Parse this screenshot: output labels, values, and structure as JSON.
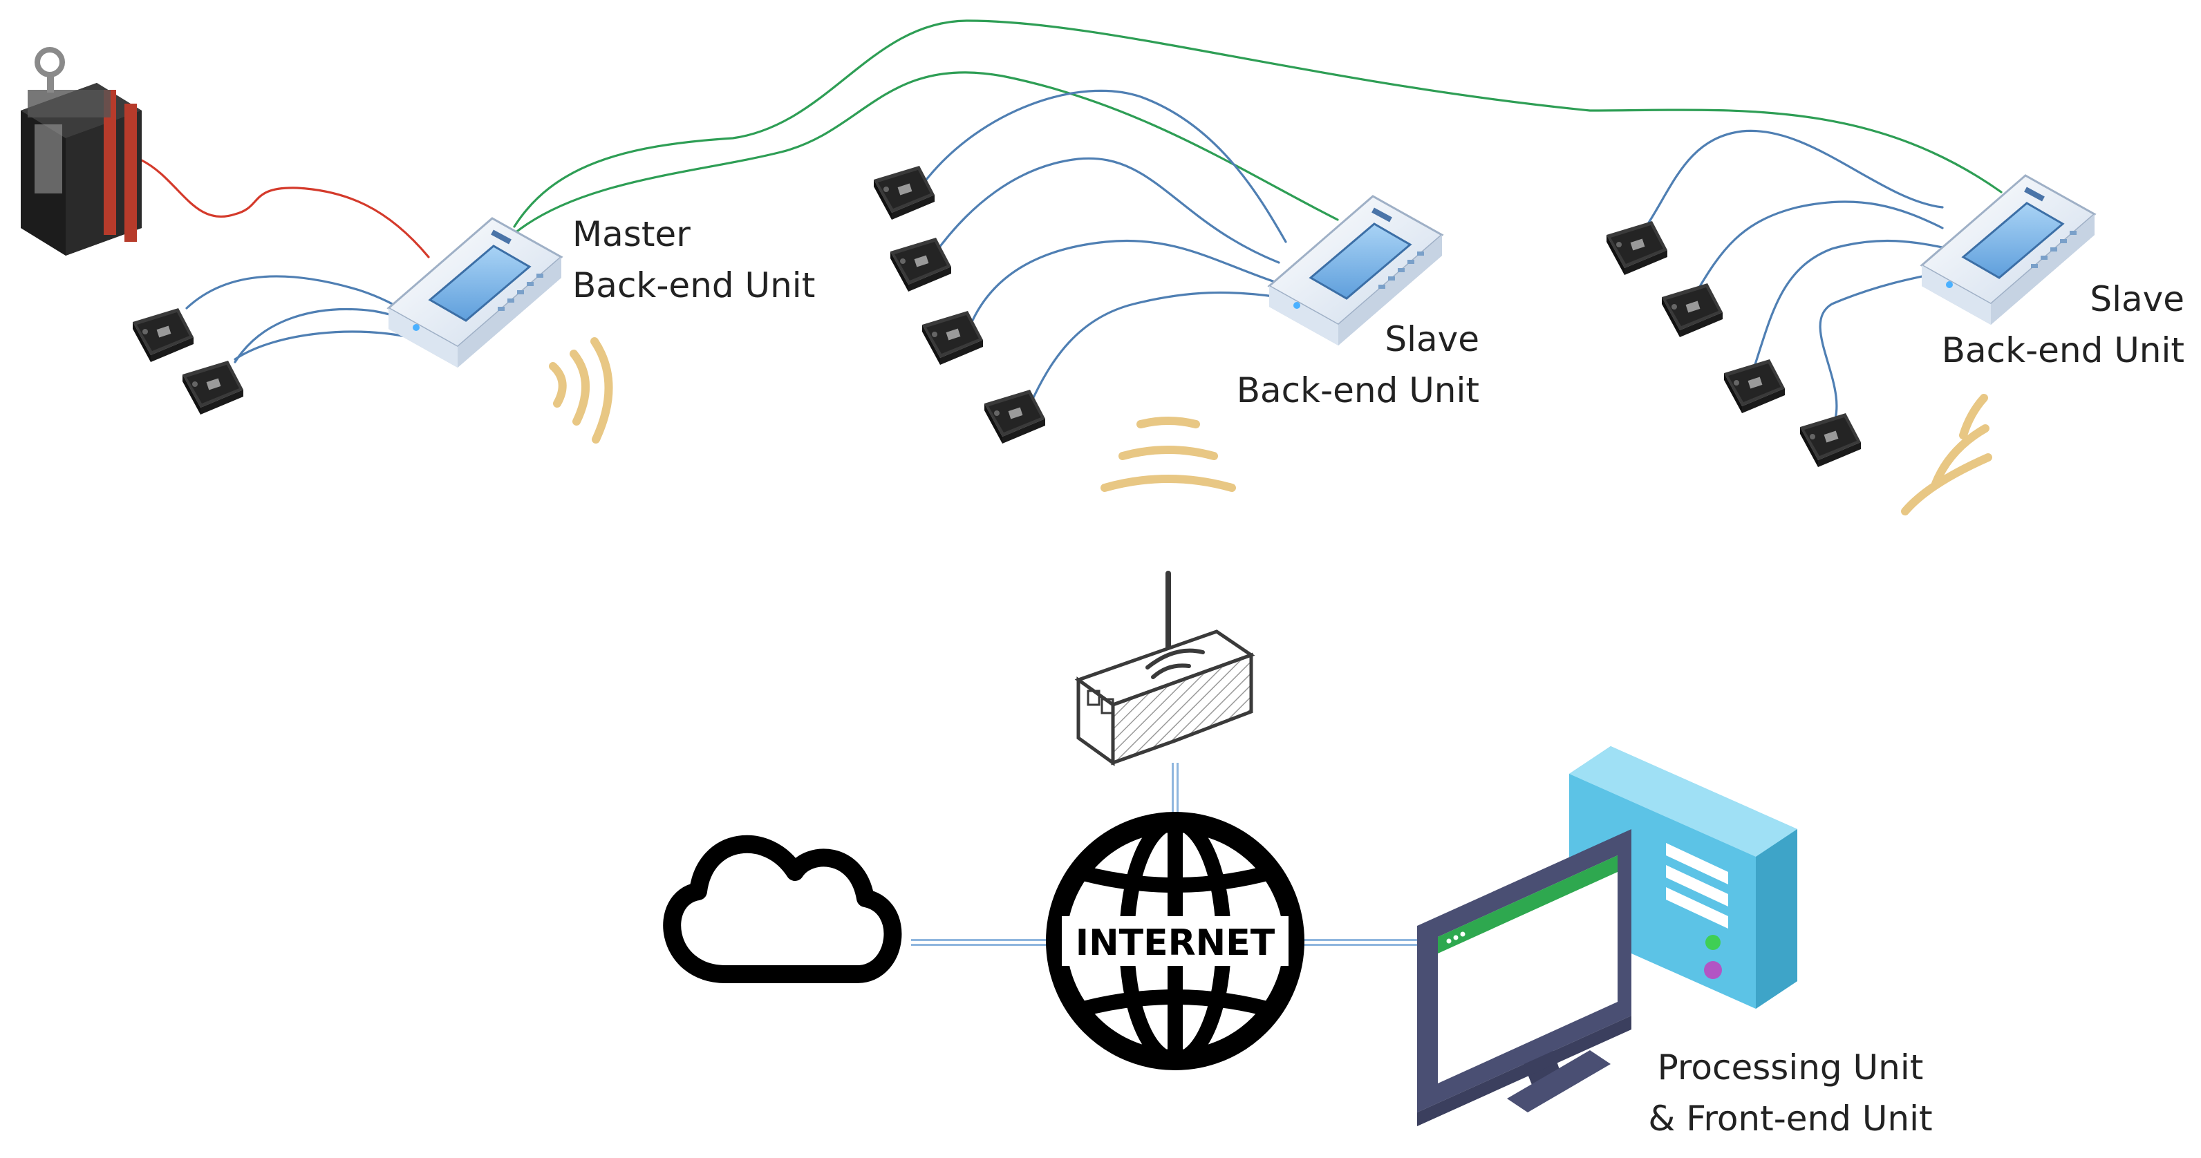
{
  "labels": {
    "master": [
      "Master",
      "Back-end Unit"
    ],
    "slave1": [
      "Slave",
      "Back-end Unit"
    ],
    "slave2": [
      "Slave",
      "Back-end Unit"
    ],
    "processing": [
      "Processing Unit",
      "& Front-end Unit"
    ],
    "internet": "INTERNET"
  },
  "colors": {
    "wire_blue": "#4f7fb3",
    "wire_green": "#2e9e55",
    "wire_red": "#d43a2b",
    "wave": "#e8c784",
    "link": "#8fb6de",
    "device_screen": "#7fb8ec",
    "device_body": "#e9f1fa",
    "computer_tower": "#5cc3e6",
    "monitor_frame": "#4a4f73",
    "screen_bar": "#2ea84f",
    "sensor_body": "#2b2b2b"
  },
  "icons": [
    "industrial-machine-icon",
    "sensor-node-icon",
    "back-end-unit-icon",
    "wifi-signal-icon",
    "router-icon",
    "cloud-icon",
    "globe-icon",
    "computer-icon"
  ]
}
